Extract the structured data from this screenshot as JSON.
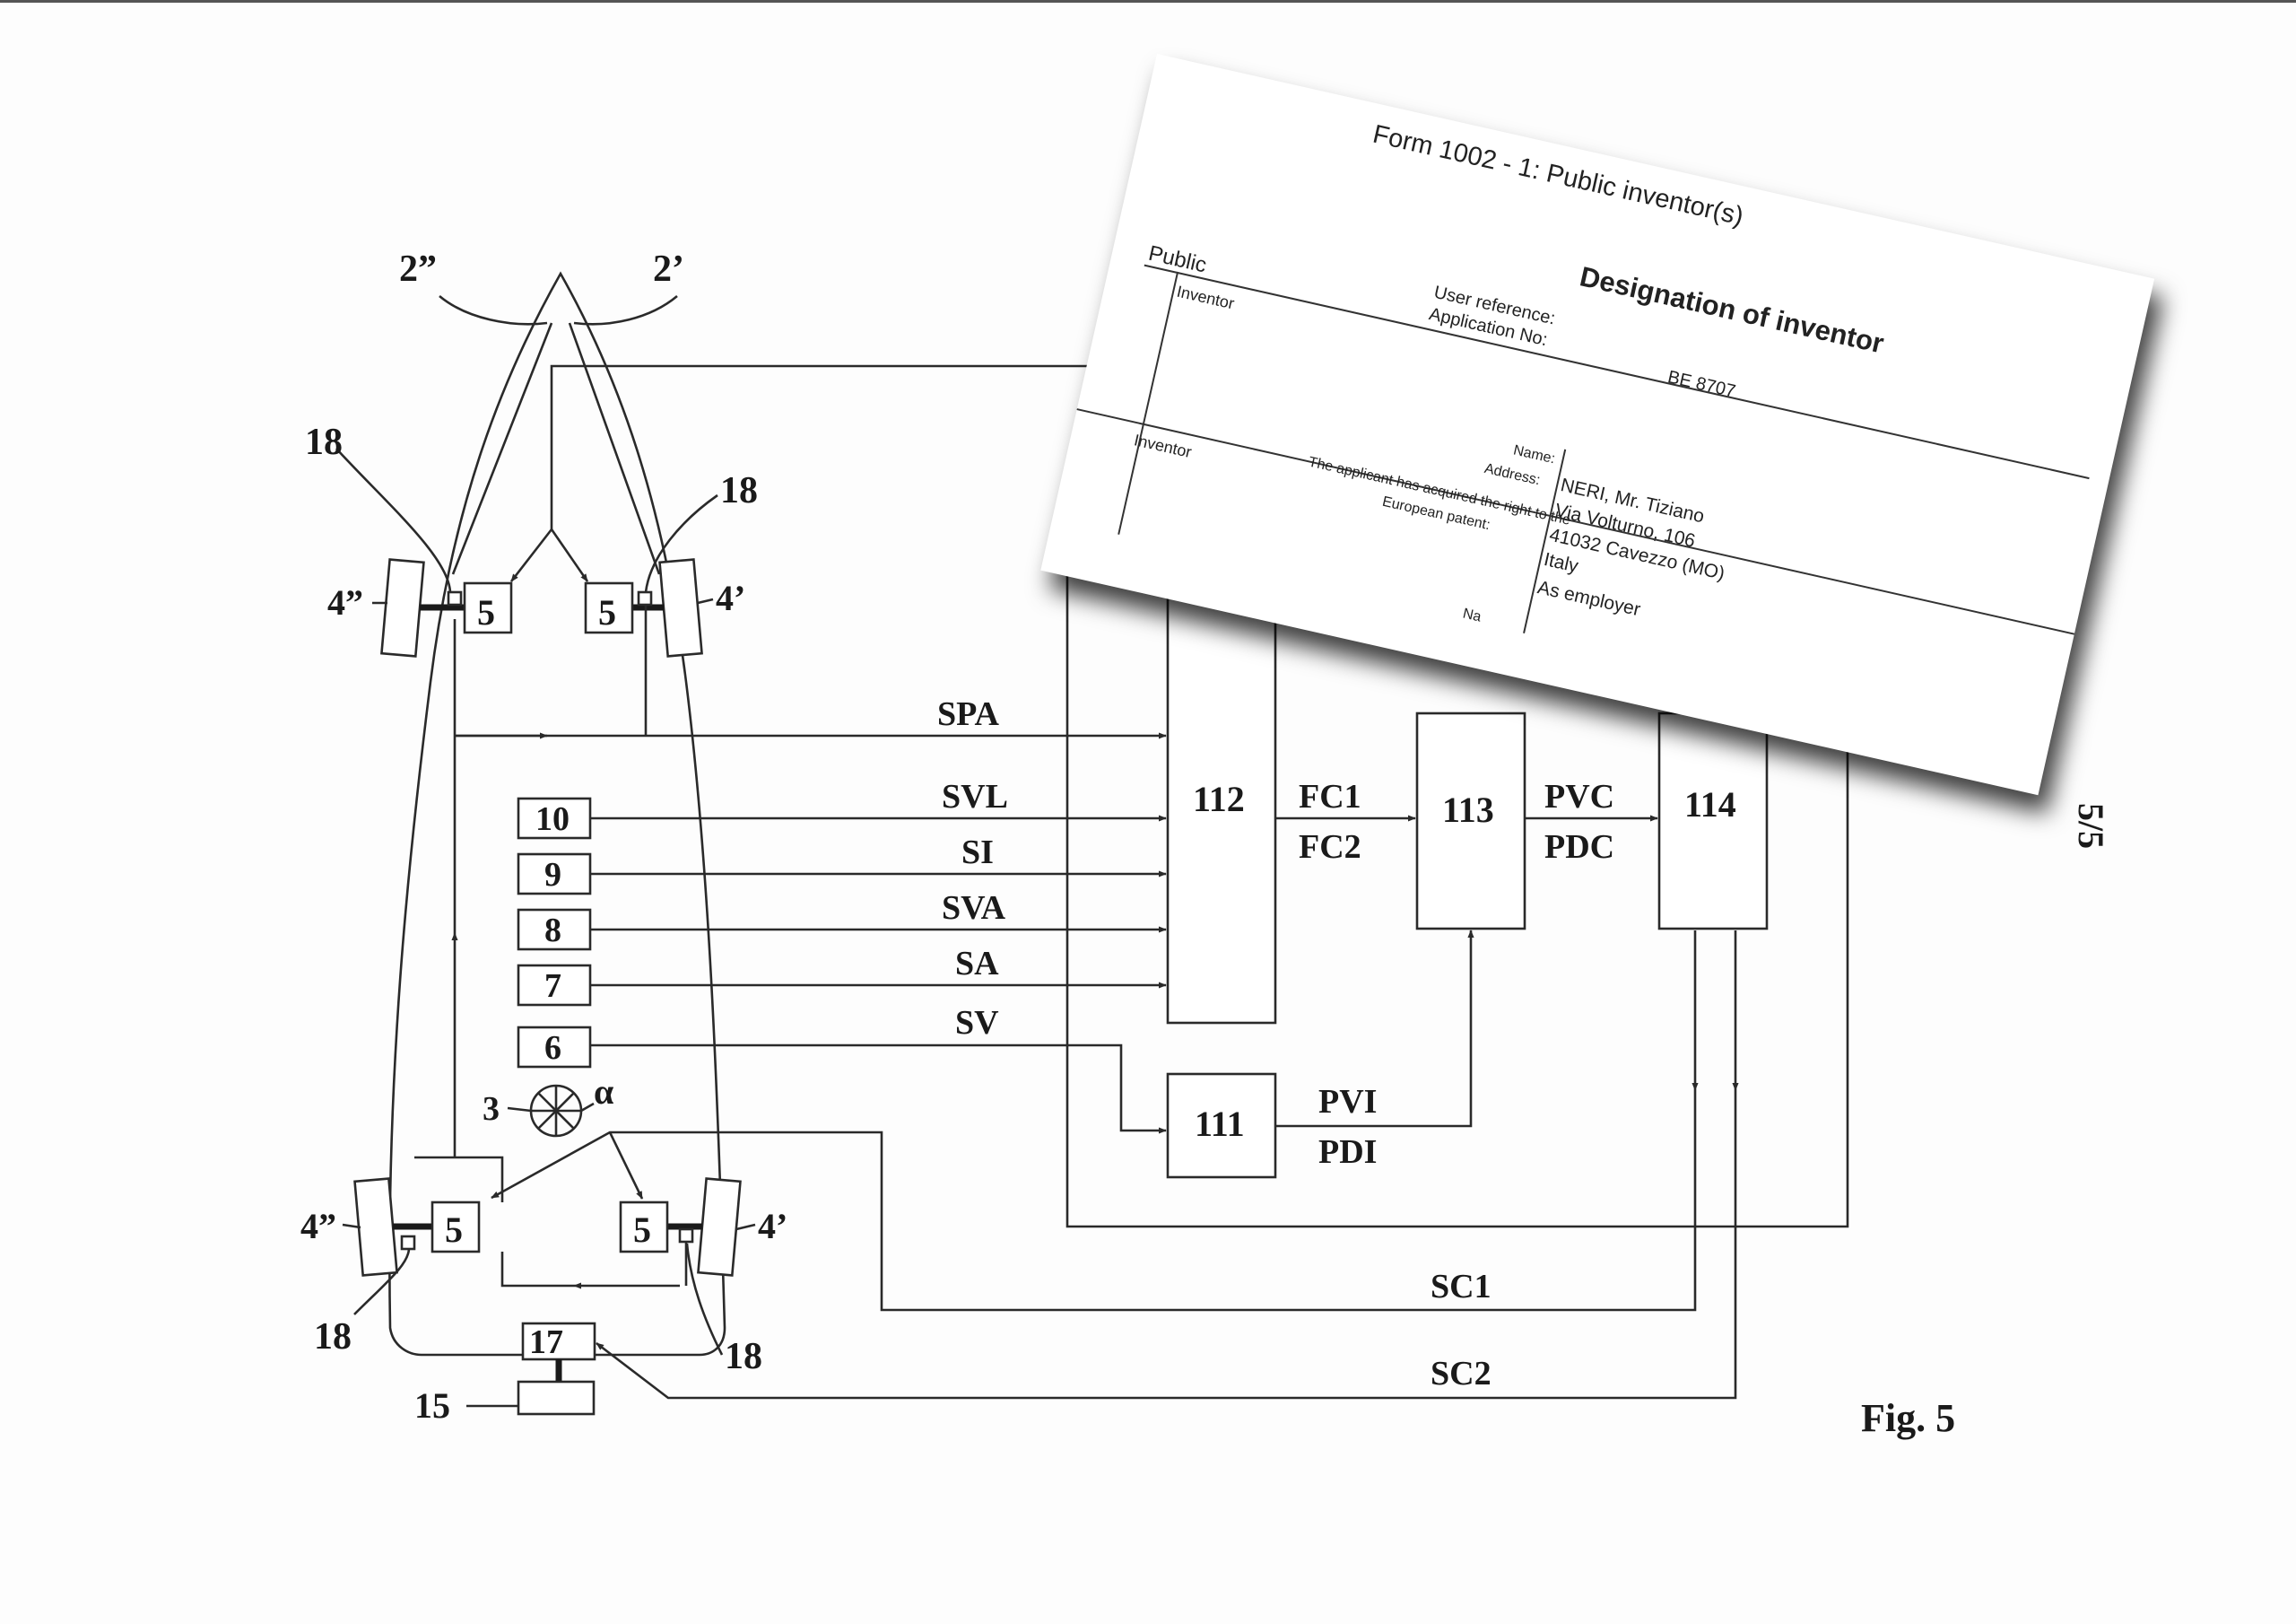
{
  "figure": {
    "caption": "Fig. 5",
    "sheet": "5/5",
    "ref_numerals": {
      "fin_left": "2”",
      "fin_right": "2’",
      "wheel_left": "4”",
      "wheel_right": "4’",
      "sensor": "18",
      "actuator": "5",
      "steering": "3",
      "angle": "α",
      "bottom_box": "17",
      "bottom_ref": "15"
    },
    "sensor_boxes": [
      "10",
      "9",
      "8",
      "7",
      "6"
    ],
    "signals": [
      "SPA",
      "SVL",
      "SI",
      "SVA",
      "SA",
      "SV"
    ],
    "blocks": {
      "b112": "112",
      "b113": "113",
      "b114": "114",
      "b111": "111"
    },
    "outputs": {
      "fc1": "FC1",
      "fc2": "FC2",
      "pvc": "PVC",
      "pdc": "PDC",
      "pvi": "PVI",
      "pdi": "PDI",
      "sc1": "SC1",
      "sc2": "SC2"
    }
  },
  "form": {
    "title": "Form 1002 - 1: Public inventor(s)",
    "subtitle": "Designation of inventor",
    "user_reference_label": "User reference:",
    "application_no_label": "Application No:",
    "user_reference_value": "BE 8707",
    "public_label": "Public",
    "inventor_label": "Inventor",
    "name_label": "Name:",
    "address_label": "Address:",
    "name_value": "NERI, Mr. Tiziano",
    "street_value": "Via Volturno, 106",
    "city_value": "41032 Cavezzo (MO)",
    "country_value": "Italy",
    "right_label_1": "The applicant has acquired the right to the",
    "right_label_2": "European patent:",
    "employer_value": "As employer",
    "inventor_label_2": "Inventor",
    "cut_label": "Na"
  }
}
